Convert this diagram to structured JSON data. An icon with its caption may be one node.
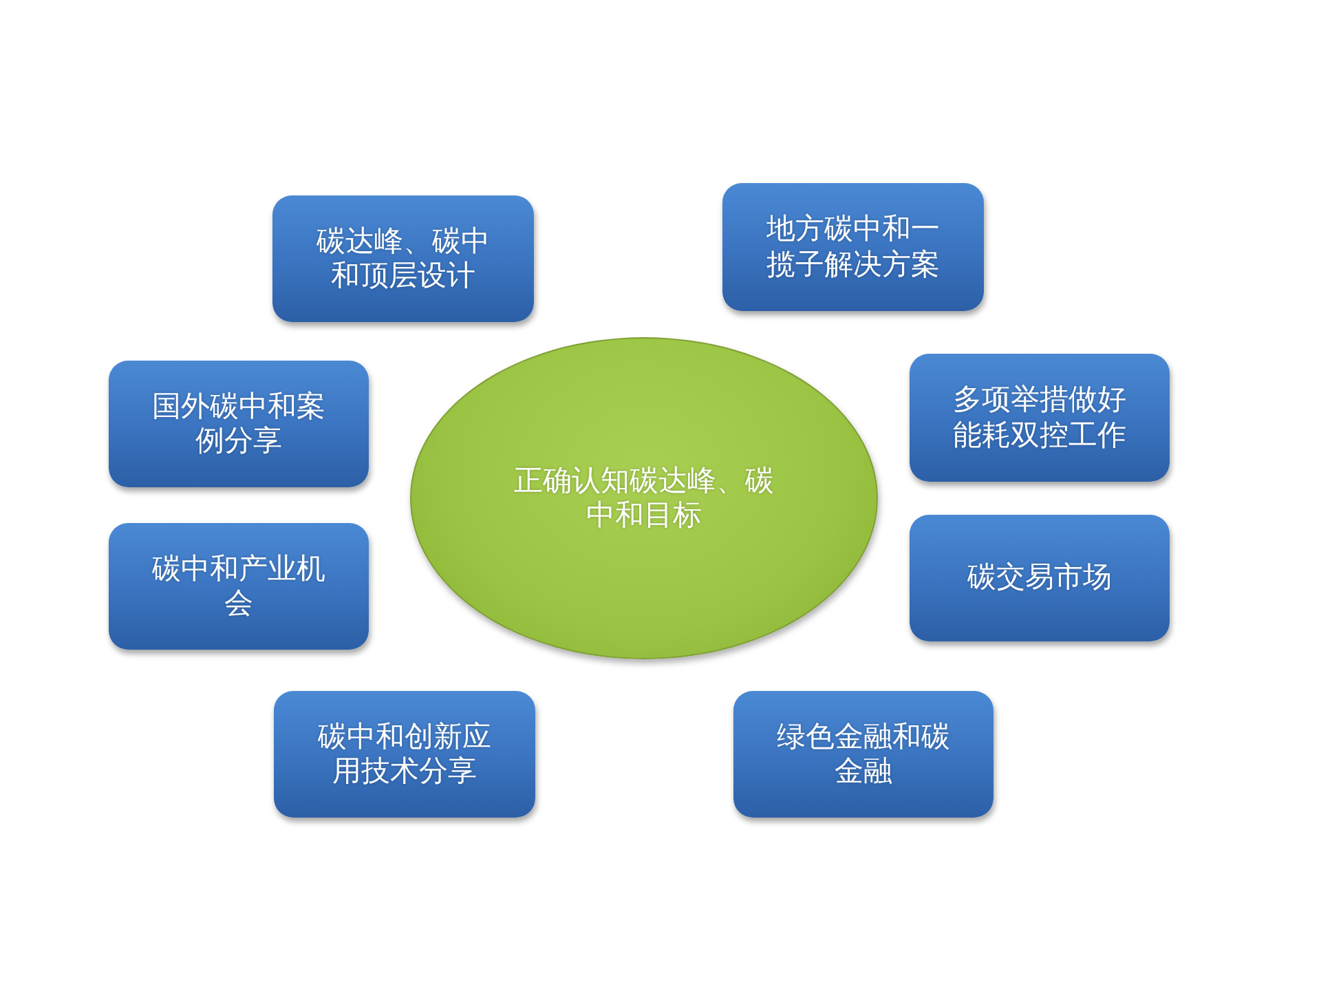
{
  "diagram": {
    "nodes": [
      {
        "text": [
          "正确认知碳达峰、碳中和目标"
        ]
      },
      {
        "text": [
          "碳达峰、碳中和顶层设计"
        ]
      },
      {
        "text": [
          "地方碳中和一揽子解决方案"
        ]
      },
      {
        "text": [
          "国外碳中和案例分享"
        ]
      },
      {
        "text": [
          "多项举措做好能耗双控工作"
        ]
      },
      {
        "text": [
          "碳中和产业机会"
        ]
      },
      {
        "text": [
          "碳交易市场"
        ]
      },
      {
        "text": [
          "碳中和创新应用技术分享"
        ]
      },
      {
        "text": [
          "绿色金融和碳金融"
        ]
      }
    ]
  }
}
